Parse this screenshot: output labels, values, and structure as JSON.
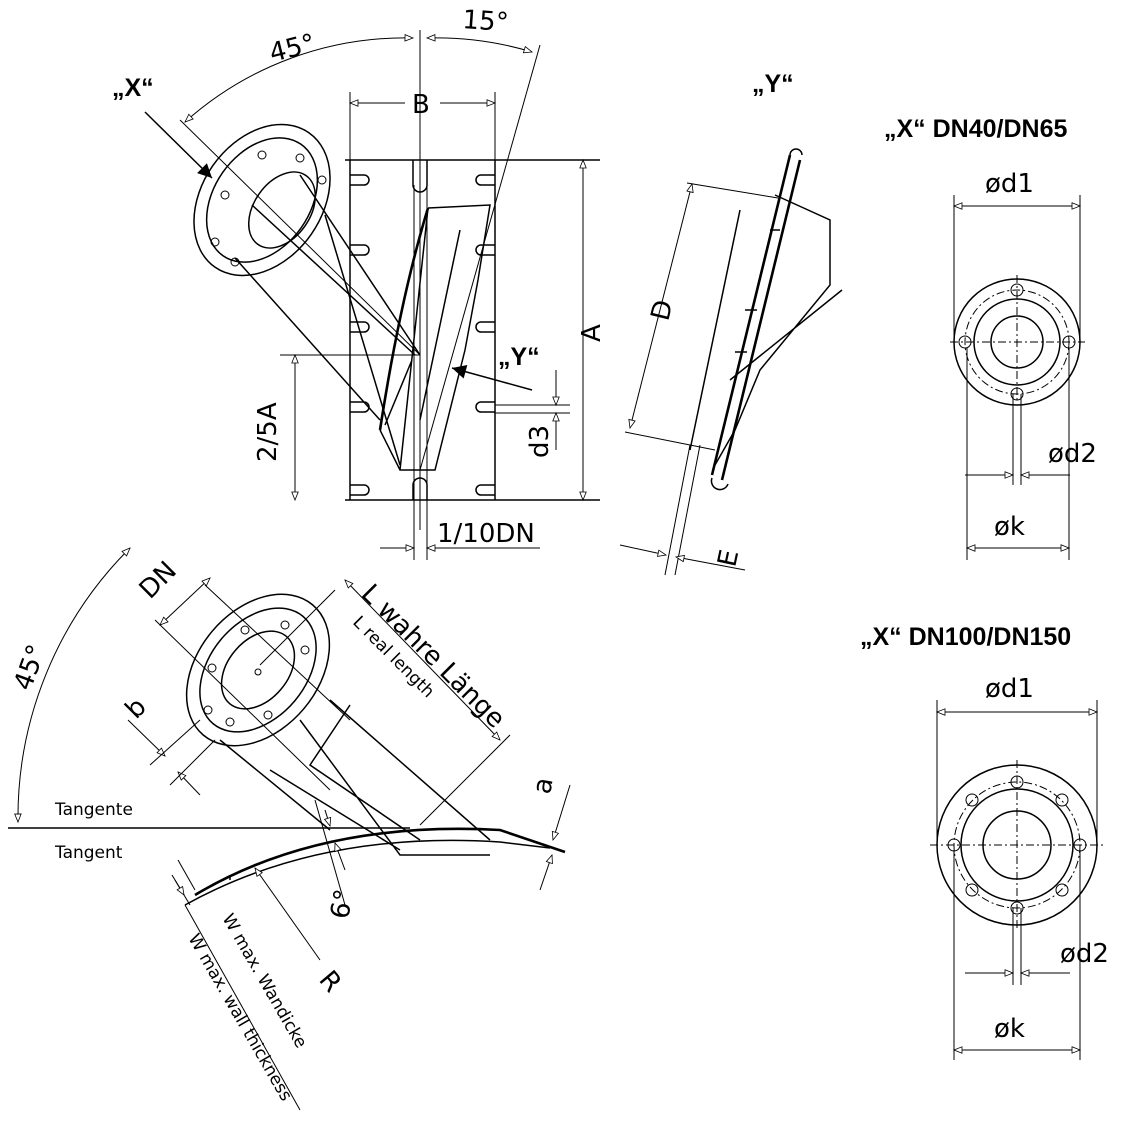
{
  "views": {
    "x_label": "„X“",
    "y_label": "„Y“",
    "y_title": "„Y“"
  },
  "dims": {
    "angle_45_top": "45°",
    "angle_15": "15°",
    "B": "B",
    "A": "A",
    "two_fifths_A": "2/5A",
    "d3": "d3",
    "one_tenth_DN": "1/10DN",
    "D": "D",
    "E": "E",
    "DN": "DN",
    "angle_45_bottom": "45°",
    "b": "b",
    "L_de": "L wahre Länge",
    "L_en": "L real length",
    "a": "a",
    "tangente": "Tangente",
    "tangent": "Tangent",
    "six_deg": "6°",
    "R": "R",
    "W_de": "W max. Wandicke",
    "W_en": "W max. wall thickness"
  },
  "detail_small": {
    "title": "„X“ DN40/DN65",
    "d1": "ød1",
    "d2": "ød2",
    "k": "øk"
  },
  "detail_large": {
    "title": "„X“ DN100/DN150",
    "d1": "ød1",
    "d2": "ød2",
    "k": "øk"
  }
}
